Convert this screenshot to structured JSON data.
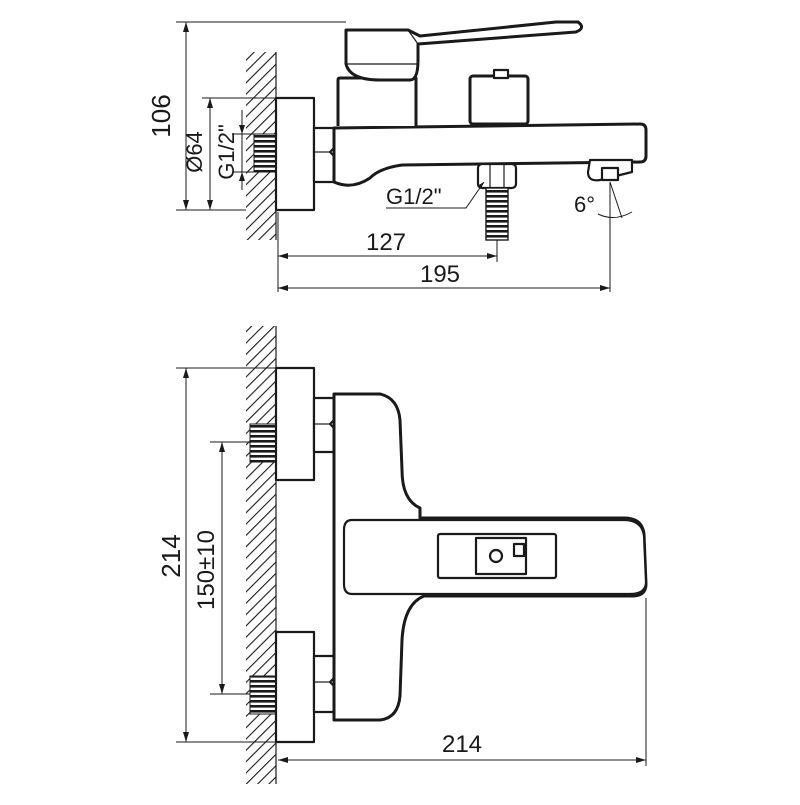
{
  "side_view": {
    "height": "106",
    "diameter": "Ø64",
    "thread_inlet": "G1/2\"",
    "thread_outlet": "G1/2\"",
    "angle": "6°",
    "length_hose": "127",
    "length_total": "195"
  },
  "top_view": {
    "height": "214",
    "centers": "150±10",
    "width": "214"
  }
}
